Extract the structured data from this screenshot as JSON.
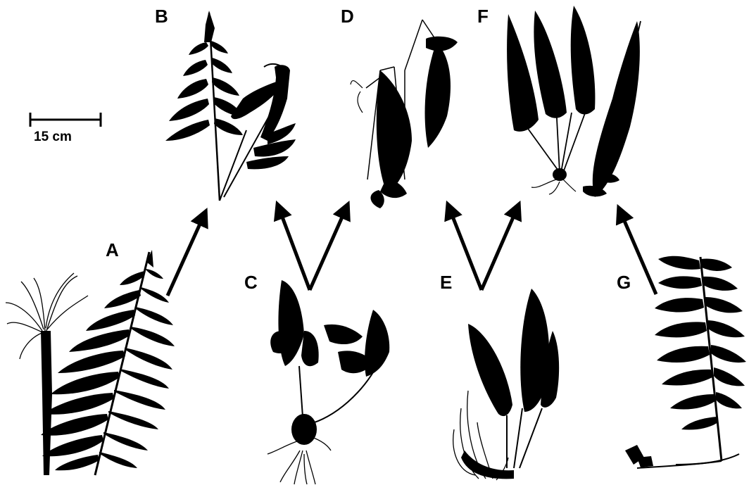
{
  "scale_bar": {
    "label": "15 cm"
  },
  "panels": [
    {
      "id": "A",
      "label": "A"
    },
    {
      "id": "B",
      "label": "B"
    },
    {
      "id": "C",
      "label": "C"
    },
    {
      "id": "D",
      "label": "D"
    },
    {
      "id": "E",
      "label": "E"
    },
    {
      "id": "F",
      "label": "F"
    },
    {
      "id": "G",
      "label": "G"
    }
  ],
  "arrows": [
    {
      "from": "A",
      "to": "B"
    },
    {
      "from": "C",
      "to": "B"
    },
    {
      "from": "C",
      "to": "D"
    },
    {
      "from": "E",
      "to": "D"
    },
    {
      "from": "E",
      "to": "F"
    },
    {
      "from": "G",
      "to": "F"
    }
  ],
  "colors": {
    "ink": "#000000",
    "background": "#ffffff"
  }
}
